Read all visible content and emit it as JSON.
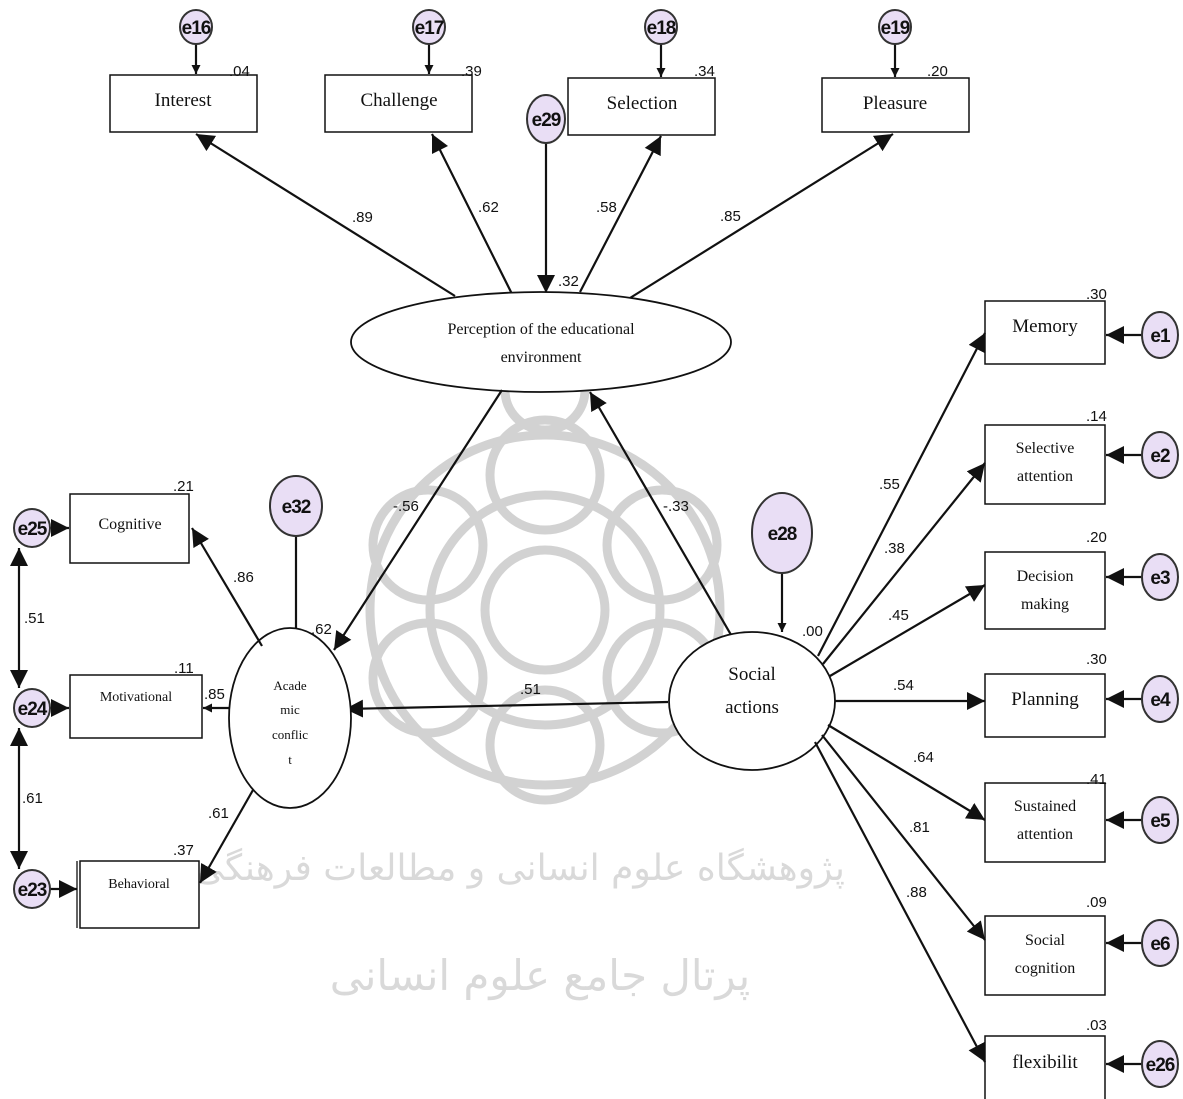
{
  "watermark": {
    "line1": "پژوهشگاه علوم انسانی و مطالعات فرهنگی",
    "line2": "پرتال جامع علوم انسانی"
  },
  "latent": {
    "perception": [
      "Perception of the educational",
      "environment"
    ],
    "academic": [
      "Acade",
      "mic",
      "conflic",
      "t"
    ],
    "social": [
      "Social",
      "actions"
    ]
  },
  "indicators": {
    "interest": {
      "label": "Interest",
      "r2": ".04",
      "error": "e16",
      "loading": ".89"
    },
    "challenge": {
      "label": "Challenge",
      "r2": ".39",
      "error": "e17",
      "loading": ".62"
    },
    "selection": {
      "label": "Selection",
      "r2": ".34",
      "error": "e18",
      "loading": ".58"
    },
    "pleasure": {
      "label": "Pleasure",
      "r2": ".20",
      "error": "e19",
      "loading": ".85"
    },
    "cognitive": {
      "label": "Cognitive",
      "r2": ".21",
      "error": "e25",
      "loading": ".86"
    },
    "motivational": {
      "label": "Motivational",
      "r2": ".11",
      "error": "e24",
      "loading": ".85"
    },
    "behavioral": {
      "label": "Behavioral",
      "r2": ".37",
      "error": "e23",
      "loading": ".61"
    },
    "memory": {
      "label": "Memory",
      "r2": ".30",
      "error": "e1",
      "loading": ".55"
    },
    "selective": {
      "label": [
        "Selective",
        "attention"
      ],
      "r2": ".14",
      "error": "e2",
      "loading": ".38"
    },
    "decision": {
      "label": [
        "Decision",
        "making"
      ],
      "r2": ".20",
      "error": "e3",
      "loading": ".45"
    },
    "planning": {
      "label": "Planning",
      "r2": ".30",
      "error": "e4",
      "loading": ".54"
    },
    "sustained": {
      "label": [
        "Sustained",
        "attention"
      ],
      "r2": ".41",
      "error": "e5",
      "loading": ".64"
    },
    "socialcog": {
      "label": [
        "Social",
        "cognition"
      ],
      "r2": ".09",
      "error": "e6",
      "loading": ".81"
    },
    "flexibility": {
      "label": "flexibilit",
      "r2": ".03",
      "error": "e26",
      "loading": ".88"
    }
  },
  "structural": {
    "perception_to_academic": "-.56",
    "social_to_perception": "-.33",
    "social_to_academic": ".51",
    "perception_r2": ".32",
    "academic_r2": ".62",
    "social_r2": ".00"
  },
  "latent_errors": {
    "perception": "e29",
    "academic": "e32",
    "social": "e28"
  },
  "covariances": {
    "e25_e24": ".51",
    "e24_e23": ".61"
  },
  "colors": {
    "error_fill": "#e9def5",
    "line": "#111111",
    "watermark": "#d2d2d2"
  }
}
